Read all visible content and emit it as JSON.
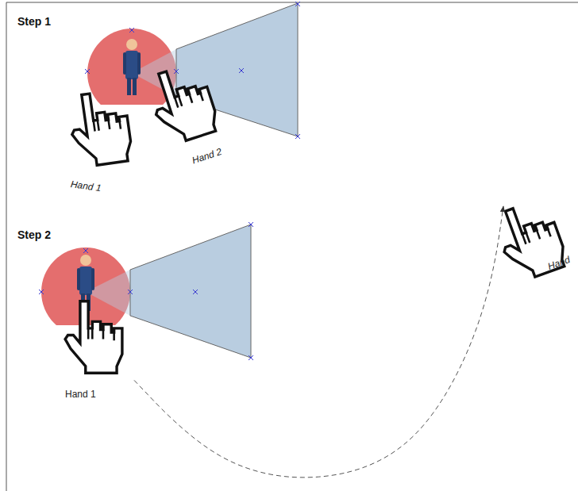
{
  "diagram": {
    "nodes": [
      {
        "text": [
          "Hand 1"
        ]
      },
      {
        "text": [
          "Hand 2"
        ]
      },
      {
        "text": [
          "Hand 1"
        ]
      },
      {
        "text": [
          "Hand"
        ]
      }
    ],
    "edges": [
      {
        "from": 2,
        "to": 3,
        "arrow": "to"
      }
    ],
    "labels": [
      "Step 1",
      "Step 2"
    ]
  }
}
